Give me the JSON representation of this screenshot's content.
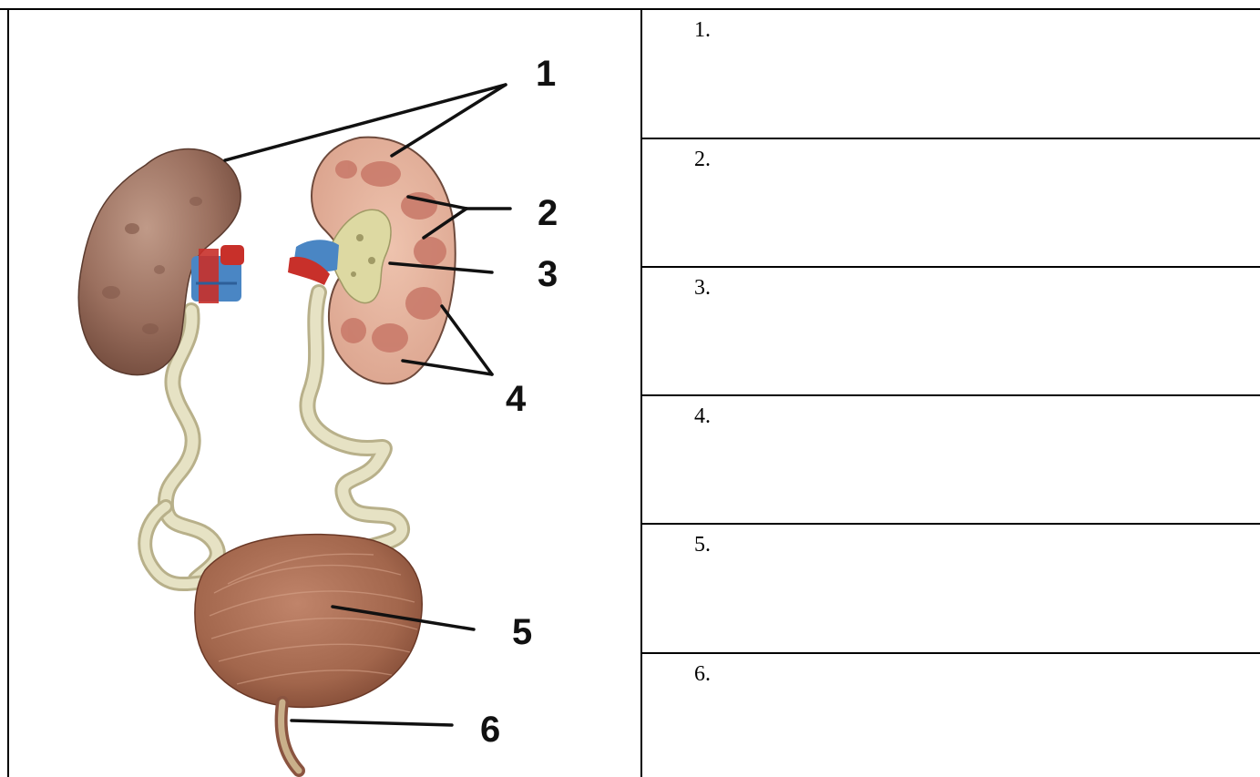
{
  "diagram": {
    "callouts": [
      {
        "number": "1"
      },
      {
        "number": "2"
      },
      {
        "number": "3"
      },
      {
        "number": "4"
      },
      {
        "number": "5"
      },
      {
        "number": "6"
      }
    ]
  },
  "answer_rows": [
    {
      "number": "1.",
      "answer": ""
    },
    {
      "number": "2.",
      "answer": ""
    },
    {
      "number": "3.",
      "answer": ""
    },
    {
      "number": "4.",
      "answer": ""
    },
    {
      "number": "5.",
      "answer": ""
    },
    {
      "number": "6.",
      "answer": ""
    }
  ],
  "colors": {
    "kidney": "#9a6f5e",
    "kidney_cut": "#e2b09a",
    "pelvis": "#ddd9a2",
    "ureter": "#e3dfbf",
    "bladder": "#a2664c",
    "vein": "#4a86c4",
    "artery": "#c8302a",
    "line": "#111111"
  }
}
